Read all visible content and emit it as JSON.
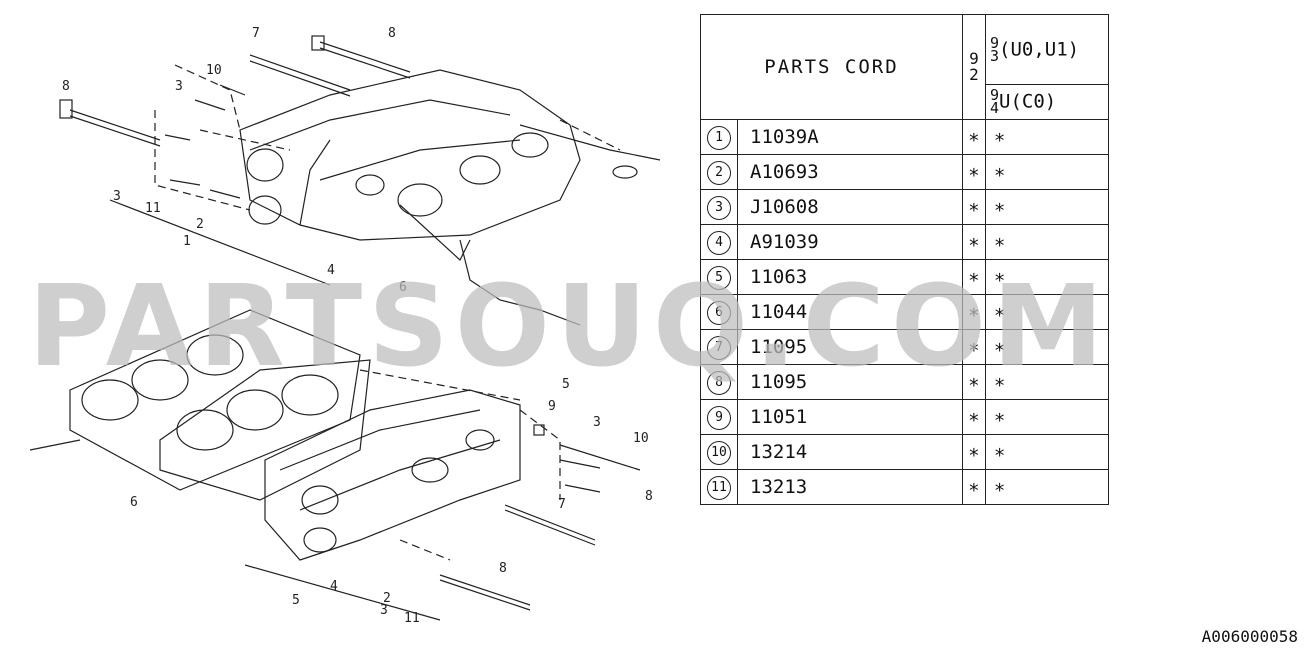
{
  "table": {
    "header_title": "PARTS CORD",
    "code_chars": [
      "9",
      "2"
    ],
    "col1": {
      "top": "9",
      "bottom": "3",
      "label": "(U0,U1)"
    },
    "col2": {
      "top": "9",
      "bottom": "4",
      "label": "U(C0)"
    },
    "rows": [
      {
        "num": "1",
        "part": "11039A",
        "m1": "∗",
        "m2": "∗"
      },
      {
        "num": "2",
        "part": "A10693",
        "m1": "∗",
        "m2": "∗"
      },
      {
        "num": "3",
        "part": "J10608",
        "m1": "∗",
        "m2": "∗"
      },
      {
        "num": "4",
        "part": "A91039",
        "m1": "∗",
        "m2": "∗"
      },
      {
        "num": "5",
        "part": "11063",
        "m1": "∗",
        "m2": "∗"
      },
      {
        "num": "6",
        "part": "11044",
        "m1": "∗",
        "m2": "∗"
      },
      {
        "num": "7",
        "part": "11095",
        "m1": "∗",
        "m2": "∗"
      },
      {
        "num": "8",
        "part": "11095",
        "m1": "∗",
        "m2": "∗"
      },
      {
        "num": "9",
        "part": "11051",
        "m1": "∗",
        "m2": "∗"
      },
      {
        "num": "10",
        "part": "13214",
        "m1": "∗",
        "m2": "∗"
      },
      {
        "num": "11",
        "part": "13213",
        "m1": "∗",
        "m2": "∗"
      }
    ]
  },
  "callouts": {
    "c7a": "7",
    "c8a": "8",
    "c10a": "10",
    "c3a": "3",
    "c8b": "8",
    "c3b": "3",
    "c11a": "11",
    "c2a": "2",
    "c1a": "1",
    "c4a": "4",
    "c6a": "6",
    "c5b": "5",
    "c9b": "9",
    "c3c": "3",
    "c10b": "10",
    "c8c": "8",
    "c6b": "6",
    "c7b": "7",
    "c8d": "8",
    "c4b": "4",
    "c5c": "5",
    "c2b": "2",
    "c3d": "3",
    "c11b": "11"
  },
  "watermark": "PARTSOUQ.COM",
  "ref_code": "A006000058"
}
